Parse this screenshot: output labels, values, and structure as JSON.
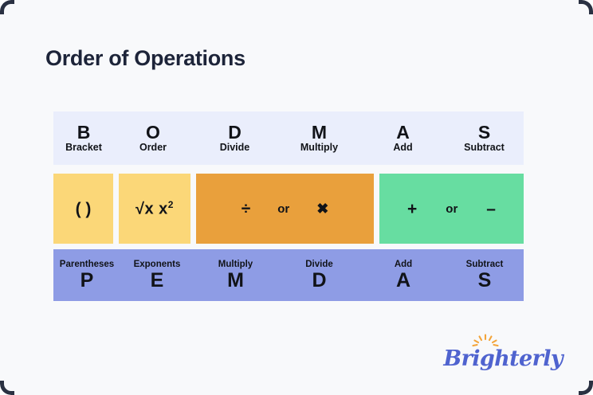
{
  "page": {
    "title": "Order of Operations",
    "background_color": "#f8f9fb",
    "title_color": "#1d2439"
  },
  "colors": {
    "header_row_bg": "#eaeefc",
    "yellow_box": "#fbd778",
    "orange_box": "#e9a03c",
    "green_box": "#67dda1",
    "footer_row_bg": "#8e9ce5",
    "logo_blue": "#4f63cf",
    "logo_orange": "#f3a43a"
  },
  "bodmas_row": {
    "cells": [
      {
        "letter": "B",
        "word": "Bracket"
      },
      {
        "letter": "O",
        "word": "Order"
      },
      {
        "letter": "D",
        "word": "Divide"
      },
      {
        "letter": "M",
        "word": "Multiply"
      },
      {
        "letter": "A",
        "word": "Add"
      },
      {
        "letter": "S",
        "word": "Subtract"
      }
    ]
  },
  "operator_row": {
    "boxes": [
      {
        "name": "parentheses",
        "color": "yellow",
        "symbols": [
          "( )"
        ]
      },
      {
        "name": "exponents",
        "color": "yellow",
        "radical": "√x x",
        "superscript": "2"
      },
      {
        "name": "multiply-divide",
        "color": "orange",
        "left": "÷",
        "conjunction": "or",
        "right": "✖"
      },
      {
        "name": "add-subtract",
        "color": "green",
        "left": "+",
        "conjunction": "or",
        "right": "–"
      }
    ]
  },
  "pemdas_row": {
    "cells": [
      {
        "word": "Parentheses",
        "letter": "P"
      },
      {
        "word": "Exponents",
        "letter": "E"
      },
      {
        "word": "Multiply",
        "letter": "M"
      },
      {
        "word": "Divide",
        "letter": "D"
      },
      {
        "word": "Add",
        "letter": "A"
      },
      {
        "word": "Subtract",
        "letter": "S"
      }
    ]
  },
  "logo": {
    "text": "Brighterly",
    "icon": "sunburst-icon"
  }
}
